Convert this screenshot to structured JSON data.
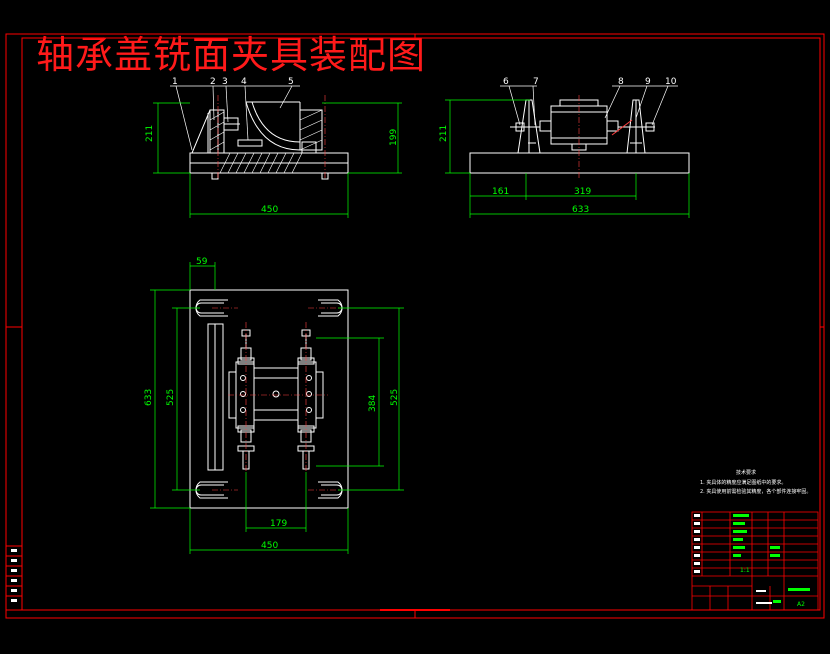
{
  "title": "轴承盖铣面夹具装配图",
  "colors": {
    "background": "#000000",
    "frame": "#ff0000",
    "geometry": "#ffffff",
    "dimension": "#00ff00",
    "leader": "#ffffff"
  },
  "front_view": {
    "balloons": [
      "1",
      "2",
      "3",
      "4",
      "5"
    ],
    "dims": {
      "height_left": "211",
      "height_right": "199",
      "width": "450"
    }
  },
  "side_view": {
    "balloons": [
      "6",
      "7",
      "8",
      "9",
      "10"
    ],
    "dims": {
      "height": "211",
      "d1": "161",
      "d2": "319",
      "width": "633"
    }
  },
  "top_view": {
    "dims": {
      "top": "59",
      "left_outer": "633",
      "left_inner": "525",
      "right_inner": "384",
      "right_outer": "525",
      "bottom_inner": "179",
      "bottom_outer": "450"
    }
  },
  "notes": {
    "heading": "技术要求",
    "line1": "1. 夹具体的精度应满足图纸中的要求。",
    "line2": "2. 夹具使用前需检验其精度，各个部件连接牢固。"
  },
  "title_block": {
    "scale": "1:1",
    "sheet": "A2"
  }
}
